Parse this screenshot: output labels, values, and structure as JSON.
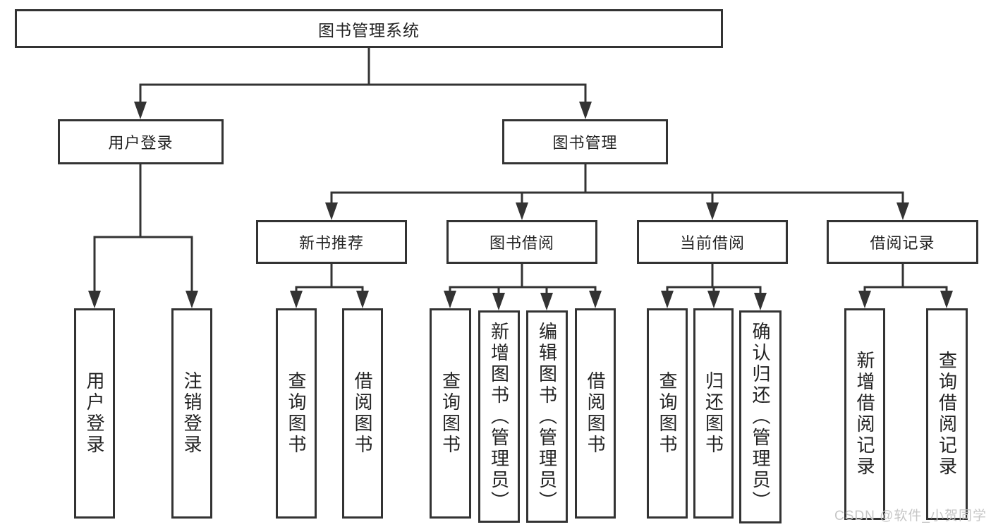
{
  "diagram_type": "hierarchy-tree",
  "tree": {
    "label": "图书管理系统",
    "children": [
      {
        "label": "用户登录",
        "children": [
          {
            "label": "用户登录"
          },
          {
            "label": "注销登录"
          }
        ]
      },
      {
        "label": "图书管理",
        "children": [
          {
            "label": "新书推荐",
            "children": [
              {
                "label": "查询图书"
              },
              {
                "label": "借阅图书"
              }
            ]
          },
          {
            "label": "图书借阅",
            "children": [
              {
                "label": "查询图书"
              },
              {
                "label": "新增图书（管理员）"
              },
              {
                "label": "编辑图书（管理员）"
              },
              {
                "label": "借阅图书"
              }
            ]
          },
          {
            "label": "当前借阅",
            "children": [
              {
                "label": "查询图书"
              },
              {
                "label": "归还图书"
              },
              {
                "label": "确认归还（管理员）"
              }
            ]
          },
          {
            "label": "借阅记录",
            "children": [
              {
                "label": "新增借阅记录"
              },
              {
                "label": "查询借阅记录"
              }
            ]
          }
        ]
      }
    ]
  },
  "watermark": "CSDN @软件_小贺同学",
  "colors": {
    "line": "#333333",
    "text": "#222222",
    "background": "#ffffff",
    "watermark": "#c6c6c6"
  }
}
